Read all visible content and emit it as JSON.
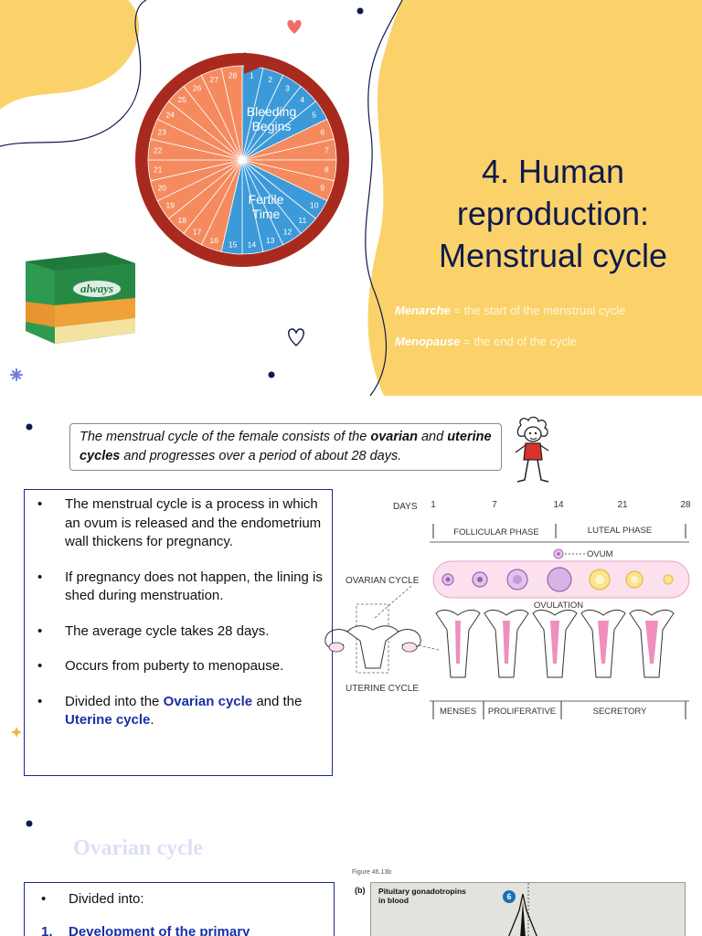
{
  "slide1": {
    "title_lines": [
      "4. Human",
      "reproduction:",
      "Menstrual cycle"
    ],
    "definitions": [
      {
        "term": "Menarche",
        "text": " = the start of the menstrual cycle"
      },
      {
        "term": "Menopause",
        "text": " = the end of the cycle"
      }
    ],
    "wheel": {
      "bleeding_label": [
        "Bleeding",
        "Begins"
      ],
      "fertile_label": [
        "Fertile",
        "Time"
      ],
      "days": [
        "1",
        "2",
        "3",
        "4",
        "5",
        "6",
        "7",
        "8",
        "9",
        "10",
        "11",
        "12",
        "13",
        "14",
        "15",
        "16",
        "17",
        "18",
        "19",
        "20",
        "21",
        "22",
        "23",
        "24",
        "25",
        "26",
        "27",
        "28"
      ],
      "colors": {
        "blue": "#3d9ad9",
        "orange": "#f58a5f",
        "rim": "#a82a1e"
      }
    },
    "product_label": "always",
    "colors": {
      "yellow": "#fbd26a",
      "navy": "#0f1a4d"
    }
  },
  "slide2": {
    "callout_parts": [
      {
        "t": "The menstrual cycle of the female consists of the ",
        "b": false
      },
      {
        "t": "ovarian",
        "b": true
      },
      {
        "t": " and ",
        "b": false
      },
      {
        "t": "uterine cycles",
        "b": true
      },
      {
        "t": " and progresses over a period of about 28 days.",
        "b": false
      }
    ],
    "bullets": [
      "The menstrual cycle is a process in which an ovum is released and the endometrium wall thickens for pregnancy.",
      "If pregnancy does not happen, the lining is shed during menstruation.",
      "The average cycle takes 28 days.",
      "Occurs from puberty to menopause."
    ],
    "last_bullet": {
      "pre": "Divided into the ",
      "hl1": "Ovarian cycle",
      "mid": " and the ",
      "hl2": "Uterine cycle",
      "post": "."
    },
    "diagram": {
      "days_label": "DAYS",
      "day_ticks": [
        "1",
        "7",
        "14",
        "21",
        "28"
      ],
      "follicular": "FOLLICULAR PHASE",
      "luteal": "LUTEAL PHASE",
      "ovum": "OVUM",
      "ovarian_cycle": "OVARIAN CYCLE",
      "ovulation": "OVULATION",
      "uterine_cycle": "UTERINE CYCLE",
      "menses": "MENSES",
      "proliferative": "PROLIFERATIVE",
      "secretory": "SECRETORY"
    }
  },
  "slide3": {
    "title": "Ovarian cycle",
    "items": [
      {
        "marker": "•",
        "text": "Divided into:"
      },
      {
        "marker": "1.",
        "text": "Development of the primary"
      }
    ],
    "figure_label": "Figure 46.13b",
    "panel_letter": "(b)",
    "panel_title": [
      "Pituitary gonadotropins",
      "in blood"
    ],
    "badge": "6"
  }
}
